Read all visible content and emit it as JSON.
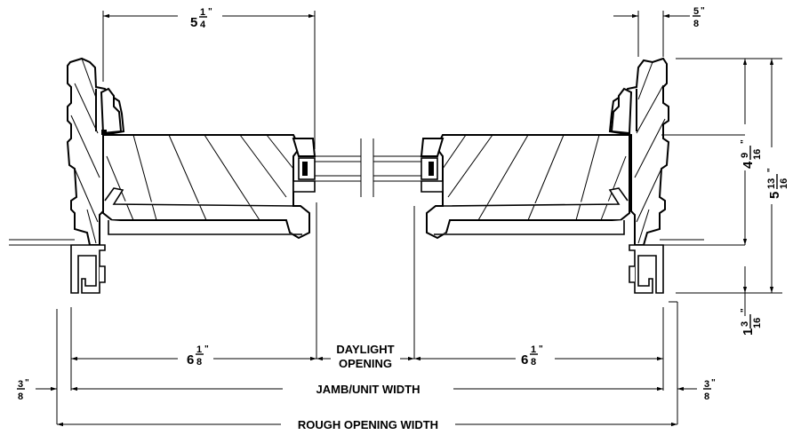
{
  "title": "",
  "dimensions": {
    "top_left": {
      "whole": "5",
      "num": "1",
      "den": "4",
      "unit": "\""
    },
    "top_right": {
      "num": "5",
      "den": "8",
      "unit": "\""
    },
    "right_upper": {
      "whole": "4",
      "num": "9",
      "den": "16",
      "unit": "\""
    },
    "right_total": {
      "whole": "5",
      "num": "13",
      "den": "16",
      "unit": "\""
    },
    "right_lower": {
      "whole": "1",
      "num": "3",
      "den": "16",
      "unit": "\""
    },
    "bottom_left_sash": {
      "whole": "6",
      "num": "1",
      "den": "8",
      "unit": "\""
    },
    "bottom_right_sash": {
      "whole": "6",
      "num": "1",
      "den": "8",
      "unit": "\""
    },
    "left_offset": {
      "num": "3",
      "den": "8",
      "unit": "\""
    },
    "right_offset": {
      "num": "3",
      "den": "8",
      "unit": "\""
    }
  },
  "labels": {
    "daylight_line1": "DAYLIGHT",
    "daylight_line2": "OPENING",
    "jamb_unit_width": "JAMB/UNIT WIDTH",
    "rough_opening_width": "ROUGH OPENING WIDTH"
  }
}
